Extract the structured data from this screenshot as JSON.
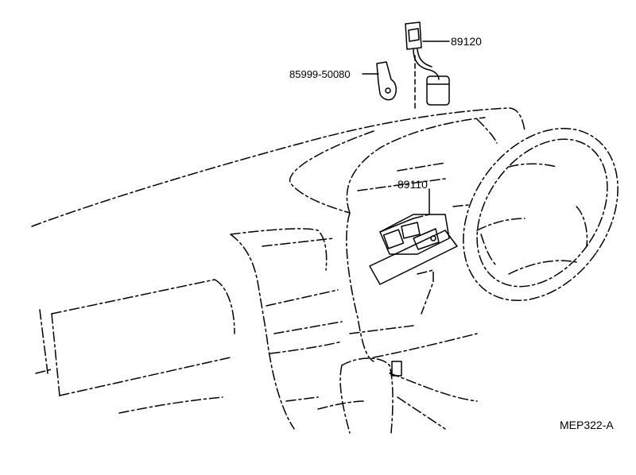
{
  "parts": [
    {
      "id": "part-89120",
      "number": "89120"
    },
    {
      "id": "part-85999",
      "number": "85999-50080"
    },
    {
      "id": "part-89110",
      "number": "89110"
    }
  ],
  "figure_code": "MEP322-A"
}
